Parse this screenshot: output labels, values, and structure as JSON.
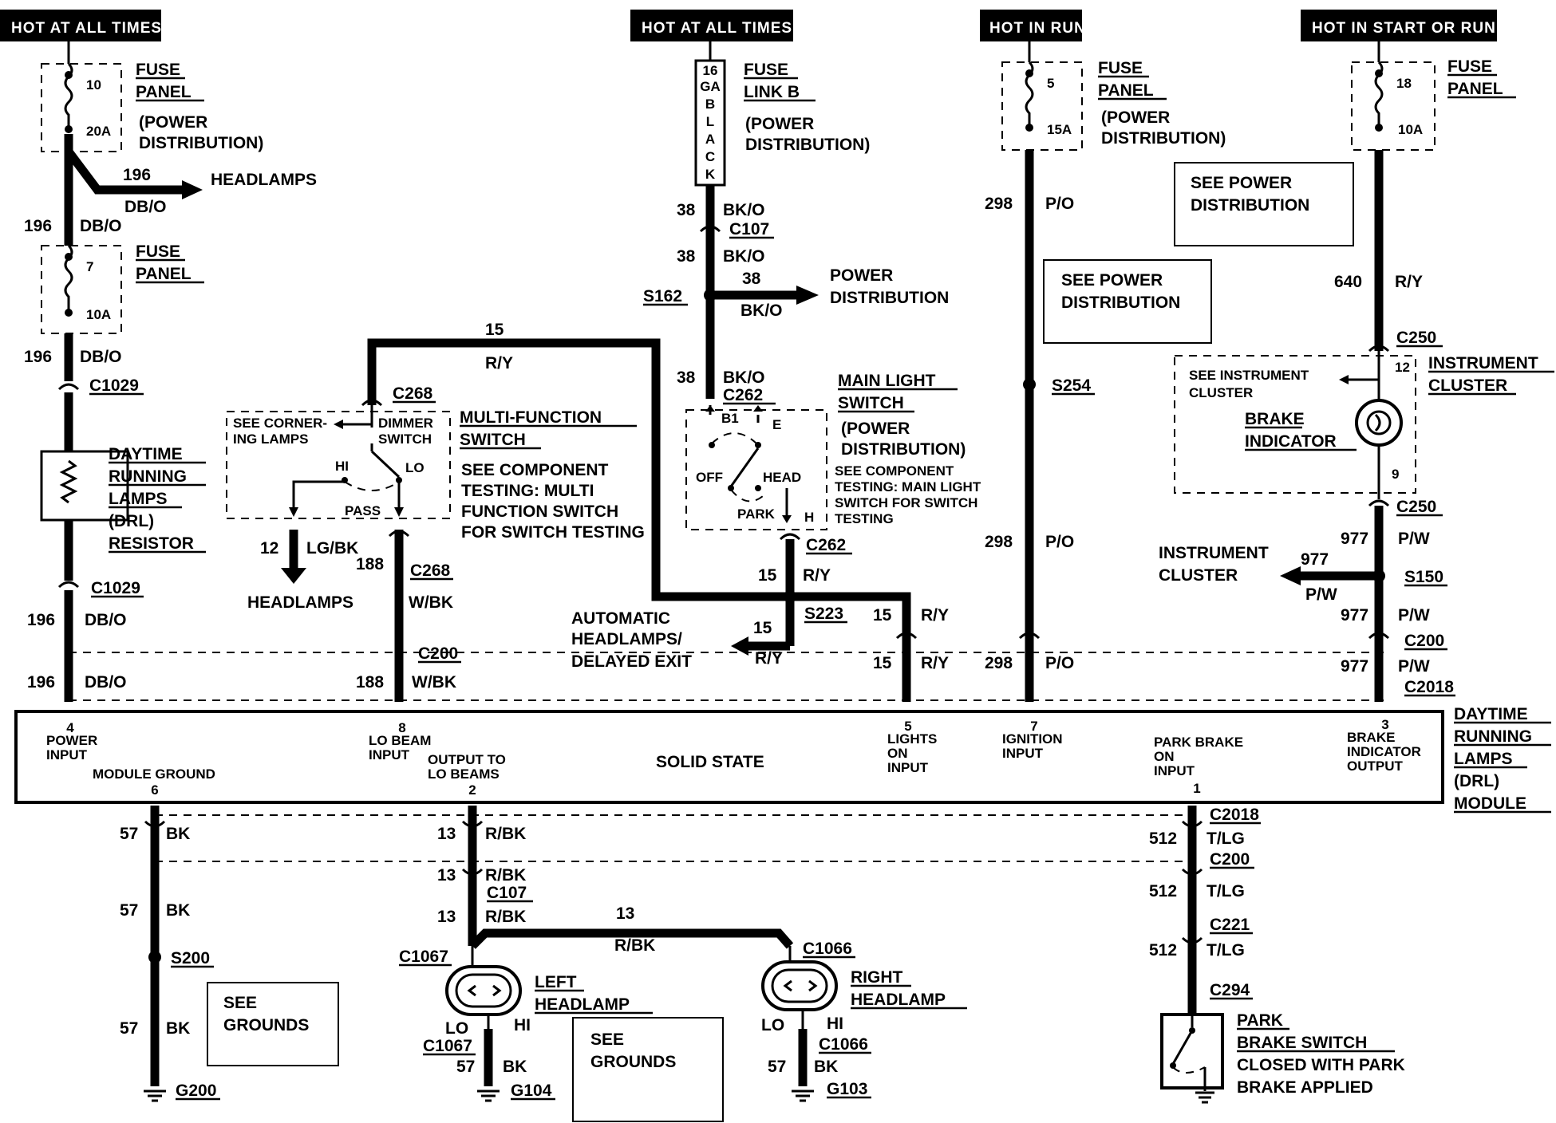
{
  "headers": {
    "h1": "HOT AT ALL TIMES",
    "h2": "HOT AT ALL TIMES",
    "h3": "HOT IN RUN",
    "h4": "HOT IN START OR RUN"
  },
  "fuse_panel_10": {
    "l1": "FUSE",
    "l2": "PANEL",
    "l3": "(POWER",
    "l4": "DISTRIBUTION)",
    "num": "10",
    "amp": "20A"
  },
  "headlamps_top": {
    "circuit": "196",
    "color": "DB/O",
    "label": "HEADLAMPS"
  },
  "left_wire": {
    "circuit": "196",
    "color": "DB/O"
  },
  "fuse_panel_7": {
    "l1": "FUSE",
    "l2": "PANEL",
    "num": "7",
    "amp": "10A"
  },
  "c1029": "C1029",
  "drl_resistor": {
    "l1": "DAYTIME",
    "l2": "RUNNING",
    "l3": "LAMPS",
    "l4": "(DRL)",
    "l5": "RESISTOR"
  },
  "fuse_link_b": {
    "l1": "FUSE",
    "l2": "LINK B",
    "l3": "(POWER",
    "l4": "DISTRIBUTION)",
    "gauge": [
      "16",
      "GA",
      "B",
      "L",
      "A",
      "C",
      "K"
    ]
  },
  "center_wire": {
    "circuit": "38",
    "color": "BK/O"
  },
  "c107": "C107",
  "s162": "S162",
  "power_dist_arrow": {
    "l1": "POWER",
    "l2": "DISTRIBUTION"
  },
  "c262": "C262",
  "main_light_switch": {
    "l1": "MAIN LIGHT",
    "l2": "SWITCH",
    "l3": "(POWER",
    "l4": "DISTRIBUTION)",
    "note1": "SEE COMPONENT",
    "note2": "TESTING: MAIN LIGHT",
    "note3": "SWITCH FOR SWITCH",
    "note4": "TESTING",
    "b1": "B1",
    "e": "E",
    "off": "OFF",
    "head": "HEAD",
    "park": "PARK",
    "h": "H"
  },
  "ry15": {
    "circuit": "15",
    "color": "R/Y"
  },
  "c268": "C268",
  "multifunction": {
    "l1": "MULTI-FUNCTION",
    "l2": "SWITCH",
    "note1": "SEE COMPONENT",
    "note2": "TESTING: MULTI",
    "note3": "FUNCTION SWITCH",
    "note4": "FOR SWITCH TESTING",
    "corner1": "SEE CORNER-",
    "corner2": "ING LAMPS",
    "dimmer1": "DIMMER",
    "dimmer2": "SWITCH",
    "hi": "HI",
    "lo": "LO",
    "pass": "PASS"
  },
  "lgbk": {
    "circuit": "12",
    "color": "LG/BK",
    "label": "HEADLAMPS"
  },
  "wbk": {
    "circuit": "188",
    "color": "W/BK"
  },
  "c200": "C200",
  "s223": "S223",
  "auto_headlamps": {
    "l1": "AUTOMATIC",
    "l2": "HEADLAMPS/",
    "l3": "DELAYED EXIT"
  },
  "fuse_panel_5": {
    "l1": "FUSE",
    "l2": "PANEL",
    "l3": "(POWER",
    "l4": "DISTRIBUTION)",
    "num": "5",
    "amp": "15A"
  },
  "po": {
    "circuit": "298",
    "color": "P/O"
  },
  "see_power_dist": {
    "l1": "SEE POWER",
    "l2": "DISTRIBUTION"
  },
  "s254": "S254",
  "fuse_panel_18": {
    "l1": "FUSE",
    "l2": "PANEL",
    "num": "18",
    "amp": "10A"
  },
  "ry640": {
    "circuit": "640",
    "color": "R/Y"
  },
  "c250": "C250",
  "instrument_cluster": {
    "l1": "INSTRUMENT",
    "l2": "CLUSTER",
    "see1": "SEE INSTRUMENT",
    "see2": "CLUSTER",
    "brake1": "BRAKE",
    "brake2": "INDICATOR",
    "pin12": "12",
    "pin9": "9"
  },
  "pw": {
    "circuit": "977",
    "color": "P/W"
  },
  "s150": "S150",
  "ic_branch": {
    "l1": "INSTRUMENT",
    "l2": "CLUSTER"
  },
  "c2018": "C2018",
  "drl_module": {
    "l1": "DAYTIME",
    "l2": "RUNNING",
    "l3": "LAMPS",
    "l4": "(DRL)",
    "l5": "MODULE",
    "solid": "SOLID STATE",
    "p4": "4",
    "p4a": "POWER",
    "p4b": "INPUT",
    "p6a": "MODULE GROUND",
    "p6": "6",
    "p8": "8",
    "p8a": "LO BEAM",
    "p8b": "INPUT",
    "p2a": "OUTPUT TO",
    "p2b": "LO BEAMS",
    "p2": "2",
    "p5": "5",
    "p5a": "LIGHTS",
    "p5b": "ON",
    "p5c": "INPUT",
    "p7": "7",
    "p7a": "IGNITION",
    "p7b": "INPUT",
    "p1a": "PARK BRAKE",
    "p1b": "ON",
    "p1c": "INPUT",
    "p1": "1",
    "p3": "3",
    "p3a": "BRAKE",
    "p3b": "INDICATOR",
    "p3c": "OUTPUT"
  },
  "bk57": {
    "circuit": "57",
    "color": "BK"
  },
  "s200": "S200",
  "g200": "G200",
  "see_grounds": {
    "l1": "SEE",
    "l2": "GROUNDS"
  },
  "rbk": {
    "circuit": "13",
    "color": "R/BK"
  },
  "c1067": "C1067",
  "c1066": "C1066",
  "left_headlamp": {
    "l1": "LEFT",
    "l2": "HEADLAMP",
    "lo": "LO",
    "hi": "HI"
  },
  "right_headlamp": {
    "l1": "RIGHT",
    "l2": "HEADLAMP",
    "lo": "LO",
    "hi": "HI"
  },
  "g104": "G104",
  "g103": "G103",
  "tlg": {
    "circuit": "512",
    "color": "T/LG"
  },
  "c221": "C221",
  "c294": "C294",
  "park_brake": {
    "l1": "PARK",
    "l2": "BRAKE SWITCH",
    "l3": "CLOSED WITH PARK",
    "l4": "BRAKE APPLIED"
  }
}
